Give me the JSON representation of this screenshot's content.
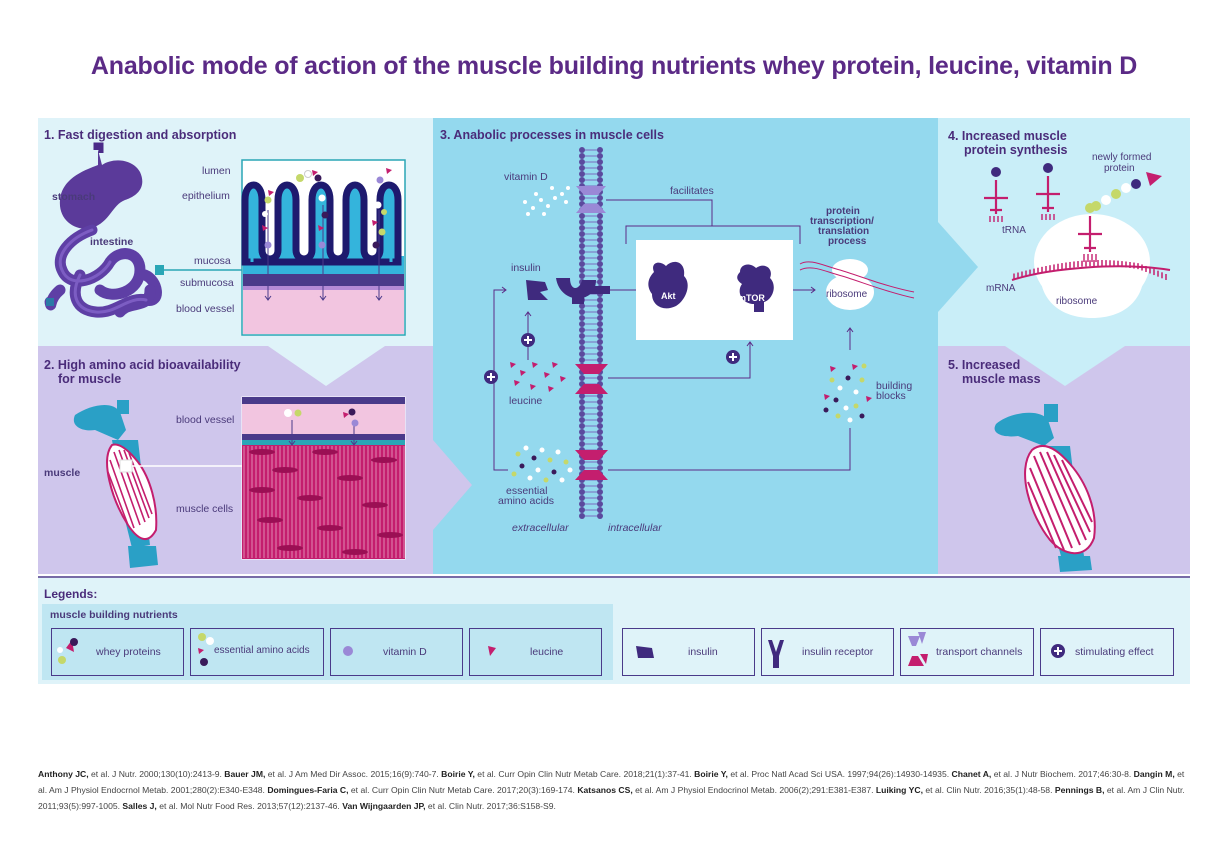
{
  "title": "Anabolic mode of action of the muscle building nutrients whey protein, leucine, vitamin D",
  "panel1": {
    "header": "1. Fast digestion and absorption",
    "stomach": "stomach",
    "intestine": "intestine",
    "lumen": "lumen",
    "epithelium": "epithelium",
    "mucosa": "mucosa",
    "submucosa": "submucosa",
    "blood_vessel": "blood vessel"
  },
  "panel2": {
    "header_line1": "2. High amino acid bioavailability",
    "header_line2": "for muscle",
    "muscle": "muscle",
    "blood_vessel": "blood vessel",
    "muscle_cells": "muscle cells"
  },
  "panel3": {
    "header": "3. Anabolic processes in muscle cells",
    "vitamin_d": "vitamin D",
    "facilitates": "facilitates",
    "insulin": "insulin",
    "leucine": "leucine",
    "essential_line1": "essential",
    "essential_line2": "amino acids",
    "extracellular": "extracellular",
    "intracellular": "intracellular",
    "akt": "Akt",
    "mtor": "mTOR",
    "ptt_line1": "protein",
    "ptt_line2": "transcription/",
    "ptt_line3": "translation",
    "ptt_line4": "process",
    "ribosome": "ribosome",
    "building_line1": "building",
    "building_line2": "blocks"
  },
  "panel4": {
    "header_line1": "4. Increased muscle",
    "header_line2": "protein synthesis",
    "newly_line1": "newly formed",
    "newly_line2": "protein",
    "trna": "tRNA",
    "mrna": "mRNA",
    "ribosome": "ribosome"
  },
  "panel5": {
    "header_line1": "5. Increased",
    "header_line2": "muscle mass"
  },
  "legend": {
    "title": "Legends:",
    "subtitle": "muscle building nutrients",
    "whey": "whey proteins",
    "eaa": "essential amino acids",
    "vitd": "vitamin D",
    "leucine": "leucine",
    "insulin": "insulin",
    "receptor": "insulin receptor",
    "channels": "transport channels",
    "stimulating": "stimulating effect"
  },
  "references": [
    {
      "author": "Anthony JC,",
      "rest": " et al. J Nutr. 2000;130(10):2413-9. "
    },
    {
      "author": "Bauer JM,",
      "rest": " et al. J Am Med Dir Assoc. 2015;16(9):740-7. "
    },
    {
      "author": "Boirie Y,",
      "rest": " et al. Curr Opin Clin Nutr Metab Care. 2018;21(1):37-41. "
    },
    {
      "author": "Boirie Y,",
      "rest": " et al. Proc Natl Acad Sci USA. 1997;94(26):14930-14935. "
    },
    {
      "author": "Chanet A,",
      "rest": " et al. J Nutr Biochem. 2017;46:30-8. "
    },
    {
      "author": "Dangin M,",
      "rest": " et al. Am J Physiol Endocrnol Metab. 2001;280(2):E340-E348. "
    },
    {
      "author": "Domingues-Faria C,",
      "rest": " et al. Curr Opin Clin Nutr Metab Care. 2017;20(3):169-174. "
    },
    {
      "author": "Katsanos CS,",
      "rest": " et al. Am J Physiol Endocrinol Metab. 2006(2);291:E381-E387. "
    },
    {
      "author": "Luiking YC,",
      "rest": " et al. Clin Nutr. 2016;35(1):48-58. "
    },
    {
      "author": "Pennings B,",
      "rest": " et al. Am J Clin Nutr. 2011;93(5):997-1005. "
    },
    {
      "author": "Salles J,",
      "rest": " et al. Mol Nutr Food Res. 2013;57(12):2137-46. "
    },
    {
      "author": "Van Wijngaarden JP,",
      "rest": " et al. Clin Nutr. 2017;36:S158-S9."
    }
  ],
  "colors": {
    "purple_dark": "#3f2a7e",
    "magenta": "#c41e6e",
    "light_blue": "#dff3f9",
    "mid_blue": "#94d9ee",
    "lavender": "#cfc6ec",
    "pink": "#f2c5e0"
  }
}
